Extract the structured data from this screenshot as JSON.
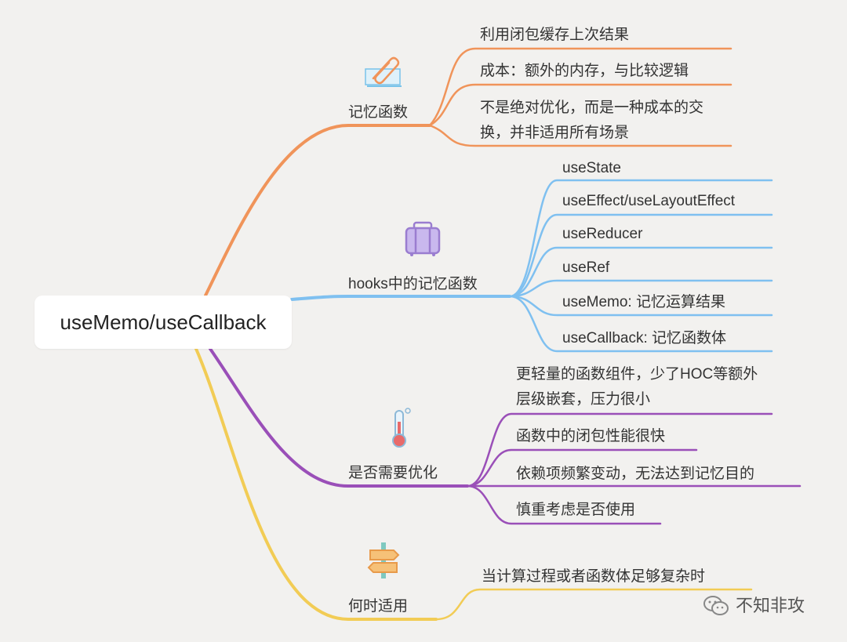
{
  "root": {
    "label": "useMemo/useCallback"
  },
  "branches": [
    {
      "key": "memo",
      "label": "记忆函数",
      "color": "#f0945a",
      "icon": "paperclip-icon",
      "children": [
        "利用闭包缓存上次结果",
        "成本：额外的内存，与比较逻辑",
        "不是绝对优化，而是一种成本的交换，并非适用所有场景"
      ]
    },
    {
      "key": "hooks",
      "label": "hooks中的记忆函数",
      "color": "#7fc0f0",
      "icon": "suitcase-icon",
      "children": [
        "useState",
        "useEffect/useLayoutEffect",
        "useReducer",
        "useRef",
        "useMemo: 记忆运算结果",
        "useCallback: 记忆函数体"
      ]
    },
    {
      "key": "optimize",
      "label": "是否需要优化",
      "color": "#9a4fb8",
      "icon": "thermometer-icon",
      "children": [
        "更轻量的函数组件，少了HOC等额外层级嵌套，压力很小",
        "函数中的闭包性能很快",
        "依赖项频繁变动，无法达到记忆目的",
        "慎重考虑是否使用"
      ]
    },
    {
      "key": "when",
      "label": "何时适用",
      "color": "#f2cc55",
      "icon": "signpost-icon",
      "children": [
        "当计算过程或者函数体足够复杂时"
      ]
    }
  ],
  "watermark": {
    "label": "不知非攻"
  }
}
